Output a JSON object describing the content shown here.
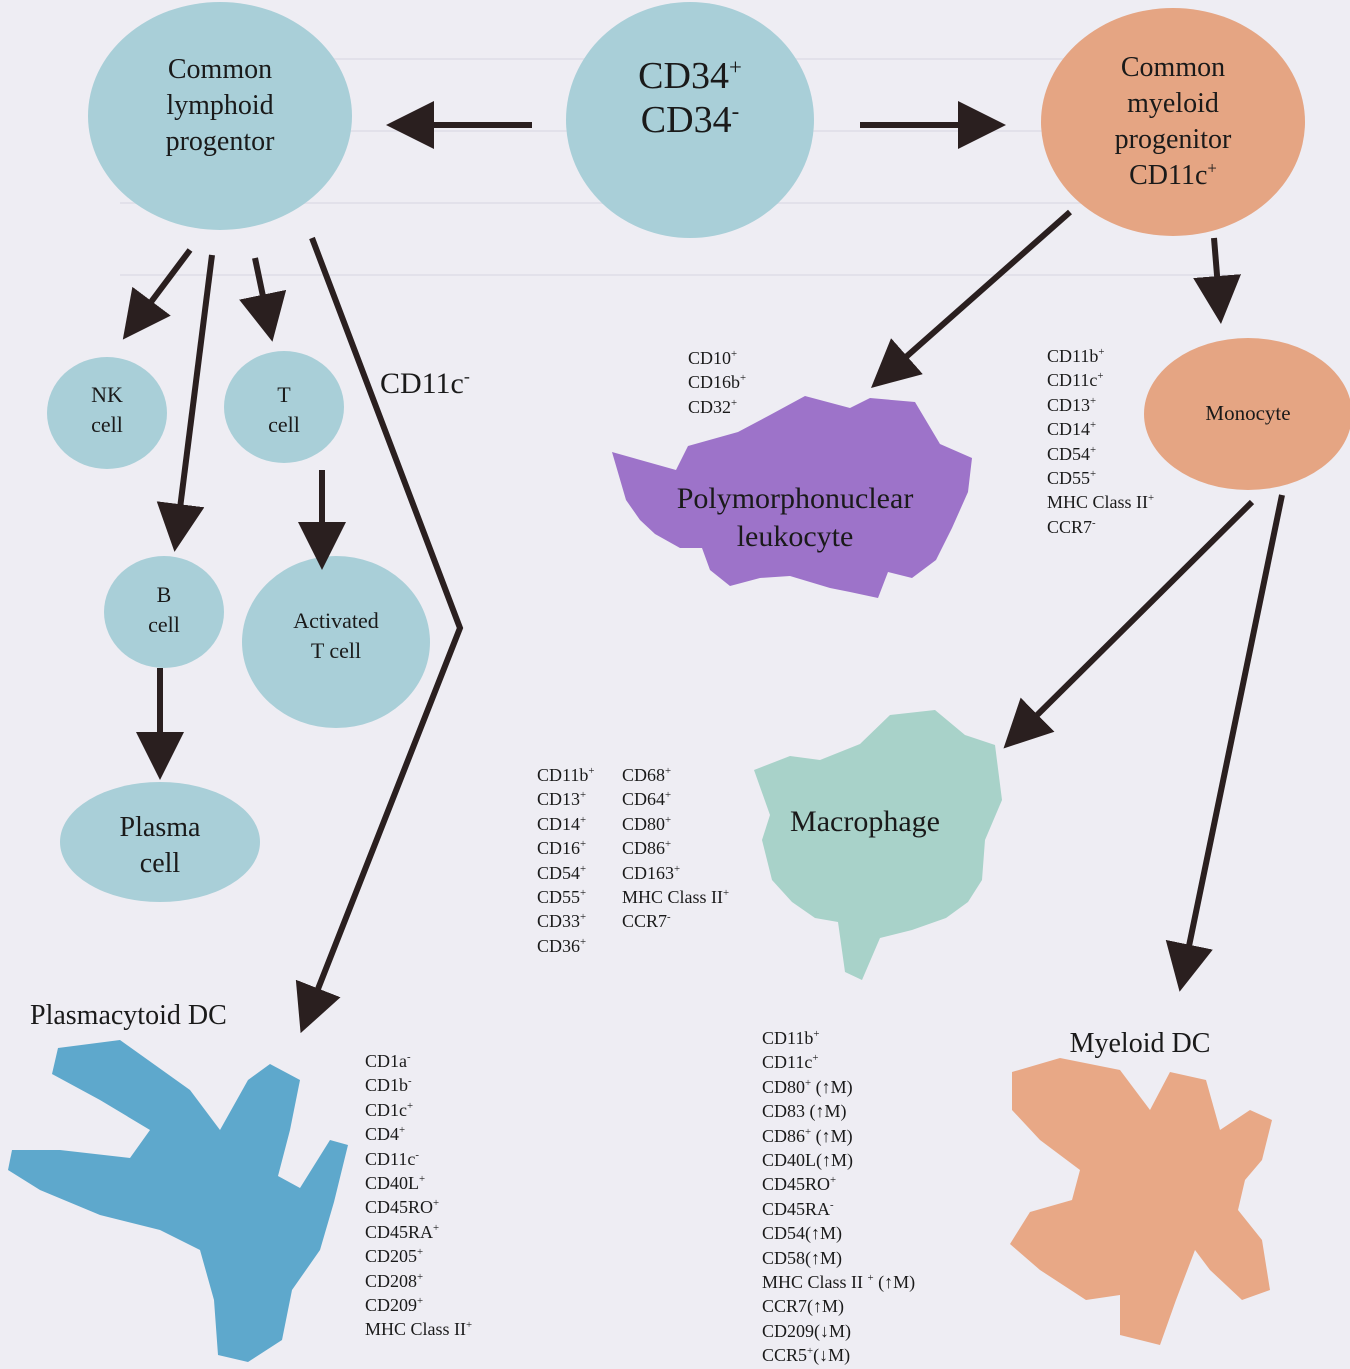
{
  "nodes": {
    "stem": {
      "line1": "CD34",
      "sup1": "+",
      "line2": "CD34",
      "sup2": "-"
    },
    "clp": {
      "line1": "Common",
      "line2": "lymphoid",
      "line3": "progentor"
    },
    "cmp": {
      "line1": "Common",
      "line2": "myeloid",
      "line3": "progenitor",
      "line4": "CD11c",
      "sup4": "+"
    },
    "nk": {
      "line1": "NK",
      "line2": "cell"
    },
    "t": {
      "line1": "T",
      "line2": "cell"
    },
    "b": {
      "line1": "B",
      "line2": "cell"
    },
    "activated_t": {
      "line1": "Activated",
      "line2": "T cell"
    },
    "plasma": {
      "line1": "Plasma",
      "line2": "cell"
    },
    "pmn": {
      "line1": "Polymorphonuclear",
      "line2": "leukocyte"
    },
    "monocyte": {
      "label": "Monocyte"
    },
    "macrophage": {
      "label": "Macrophage"
    },
    "pdc": {
      "label": "Plasmacytoid DC"
    },
    "mdc": {
      "label": "Myeloid DC"
    }
  },
  "edge_labels": {
    "cd11c_neg": {
      "text": "CD11c",
      "sup": "-"
    }
  },
  "marker_lists": {
    "pmn": [
      [
        "CD10",
        "+"
      ],
      [
        "CD16b",
        "+"
      ],
      [
        "CD32",
        "+"
      ]
    ],
    "monocyte": [
      [
        "CD11b",
        "+"
      ],
      [
        "CD11c",
        "+"
      ],
      [
        "CD13",
        "+"
      ],
      [
        "CD14",
        "+"
      ],
      [
        "CD54",
        "+"
      ],
      [
        "CD55",
        "+"
      ],
      [
        "MHC Class II",
        "+"
      ],
      [
        "CCR7",
        "-"
      ]
    ],
    "macrophage_col1": [
      [
        "CD11b",
        "+"
      ],
      [
        "CD13",
        "+"
      ],
      [
        "CD14",
        "+"
      ],
      [
        "CD16",
        "+"
      ],
      [
        "CD54",
        "+"
      ],
      [
        "CD55",
        "+"
      ],
      [
        "CD33",
        "+"
      ],
      [
        "CD36",
        "+"
      ]
    ],
    "macrophage_col2": [
      [
        "CD68",
        "+"
      ],
      [
        "CD64",
        "+"
      ],
      [
        "CD80",
        "+"
      ],
      [
        "CD86",
        "+"
      ],
      [
        "CD163",
        "+"
      ],
      [
        "MHC Class II",
        "+"
      ],
      [
        "CCR7",
        "-"
      ]
    ],
    "pdc": [
      [
        "CD1a",
        "-"
      ],
      [
        "CD1b",
        "-"
      ],
      [
        "CD1c",
        "+"
      ],
      [
        "CD4",
        "+"
      ],
      [
        "CD11c",
        "-"
      ],
      [
        "CD40L",
        "+"
      ],
      [
        "CD45RO",
        "+"
      ],
      [
        "CD45RA",
        "+"
      ],
      [
        "CD205",
        "+"
      ],
      [
        "CD208",
        "+"
      ],
      [
        "CD209",
        "+"
      ],
      [
        "MHC Class II",
        "+"
      ]
    ],
    "mdc": [
      [
        "CD11b",
        "+",
        ""
      ],
      [
        "CD11c",
        "+",
        ""
      ],
      [
        "CD80",
        "+",
        " (↑M)"
      ],
      [
        "CD83",
        "",
        " (↑M)"
      ],
      [
        "CD86",
        "+",
        " (↑M)"
      ],
      [
        "CD40L",
        "",
        "(↑M)"
      ],
      [
        "CD45RO",
        "+",
        ""
      ],
      [
        "CD45RA",
        "-",
        ""
      ],
      [
        "CD54",
        "",
        "(↑M)"
      ],
      [
        "CD58",
        "",
        "(↑M)"
      ],
      [
        "MHC Class II ",
        "+",
        " (↑M)"
      ],
      [
        "CCR7",
        "",
        "(↑M)"
      ],
      [
        "CD209",
        "",
        "(↓M)"
      ],
      [
        "CCR5",
        "+",
        "(↓M)"
      ]
    ]
  },
  "colors": {
    "background": "#eeedf3",
    "lymphoid": "#a9cfd8",
    "myeloid": "#e5a583",
    "pmn": "#9d73c9",
    "macrophage": "#a8d2c9",
    "pdc_cell": "#5ea8cc",
    "mdc_cell": "#e8a886",
    "arrow": "#2a1f1f"
  }
}
